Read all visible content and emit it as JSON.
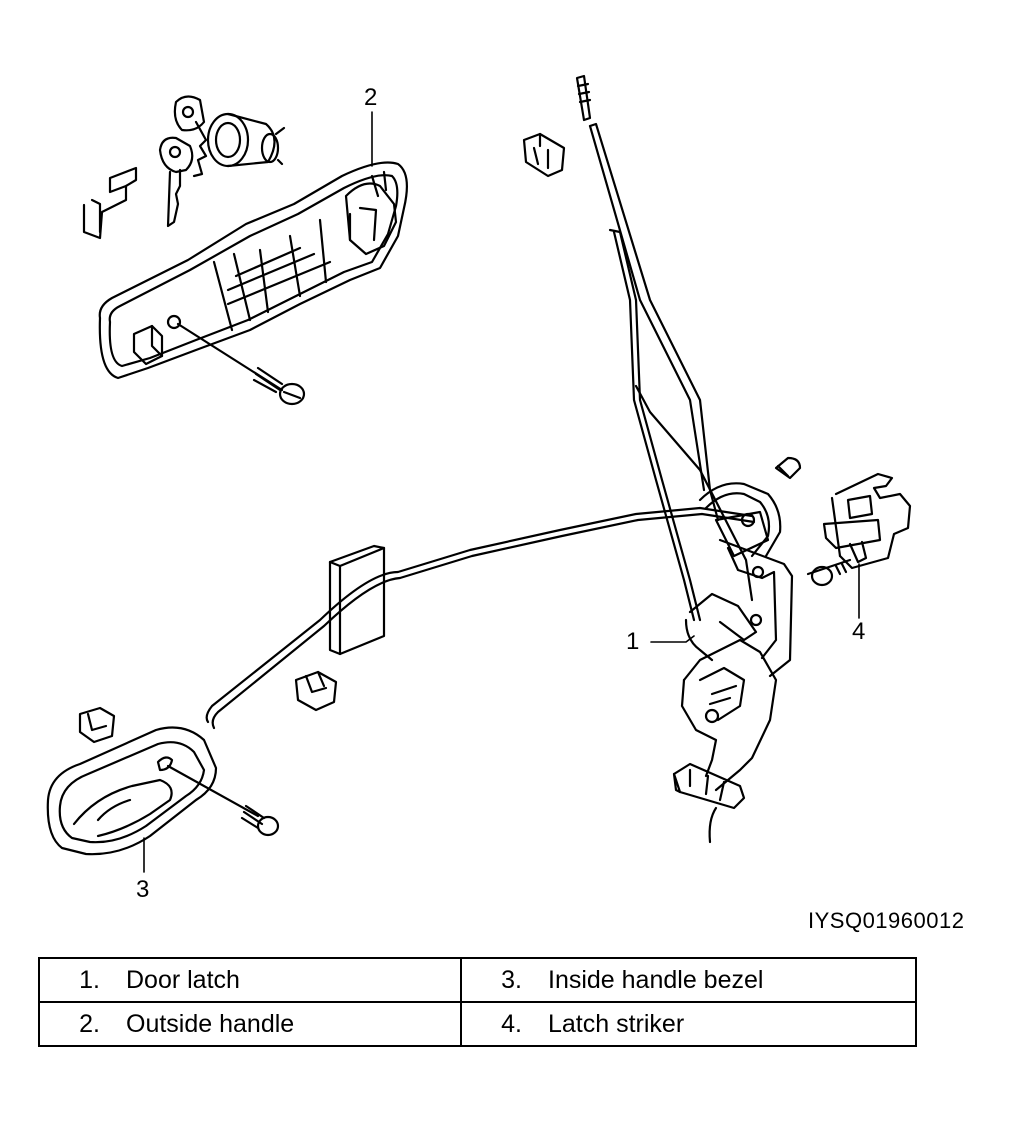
{
  "callouts": [
    "1",
    "2",
    "3",
    "4"
  ],
  "figure_id": "IYSQ01960012",
  "legend": [
    [
      {
        "num": "1.",
        "label": "Door latch"
      },
      {
        "num": "3.",
        "label": "Inside handle bezel"
      }
    ],
    [
      {
        "num": "2.",
        "label": "Outside handle"
      },
      {
        "num": "4.",
        "label": "Latch striker"
      }
    ]
  ]
}
